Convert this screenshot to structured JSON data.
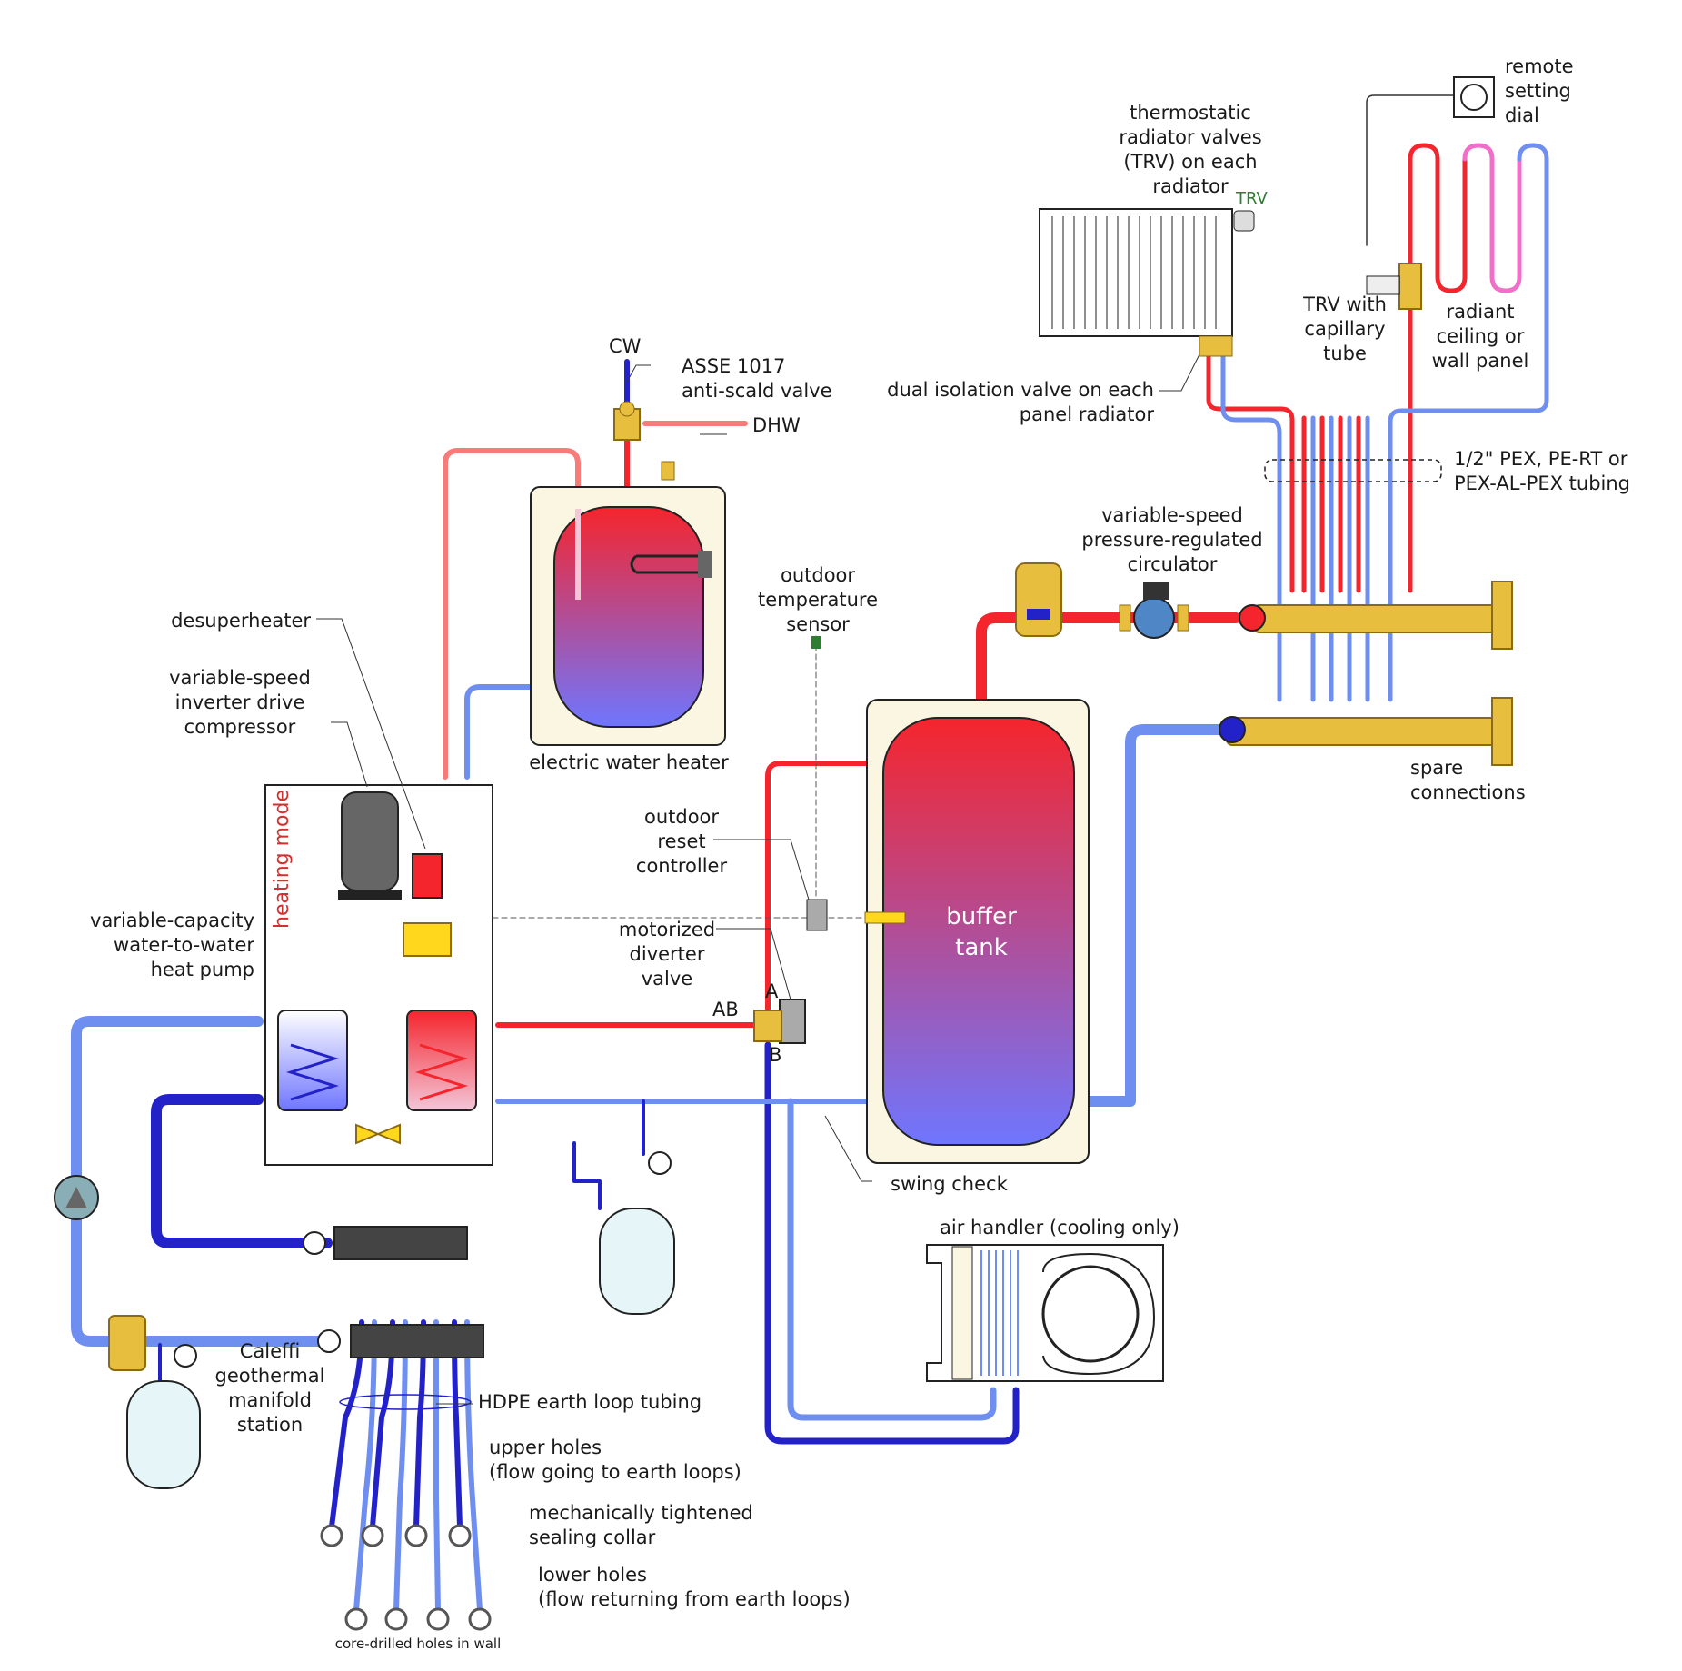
{
  "colors": {
    "hot": "#f5252d",
    "hot_light": "#f77b78",
    "cold": "#2222c8",
    "cold_light": "#6f8ff0",
    "cold_pale": "#9cc4ef",
    "brass": "#e7be3e",
    "brass_dark": "#8a6a12",
    "tank_bg": "#fbf6e1",
    "pink": "#f06fc8",
    "heating_mode": "#d32f2f",
    "trv_tag": "#2e7d32"
  },
  "labels": {
    "cw": "CW",
    "dhw": "DHW",
    "anti_scald": [
      "ASSE 1017",
      "anti-scald valve"
    ],
    "electric_water_heater": "electric water heater",
    "desuperheater": "desuperheater",
    "compressor": [
      "variable-speed",
      "inverter drive",
      "compressor"
    ],
    "heat_pump": [
      "variable-capacity",
      "water-to-water",
      "heat pump"
    ],
    "heating_mode": "heating mode",
    "outdoor_sensor": [
      "outdoor",
      "temperature",
      "sensor"
    ],
    "outdoor_reset": [
      "outdoor",
      "reset",
      "controller"
    ],
    "diverter": [
      "motorized",
      "diverter",
      "valve"
    ],
    "port_ab": "AB",
    "port_a": "A",
    "port_b": "B",
    "buffer_tank": [
      "buffer",
      "tank"
    ],
    "swing_check": "swing check",
    "air_handler": "air handler (cooling only)",
    "circulator": [
      "variable-speed",
      "pressure-regulated",
      "circulator"
    ],
    "trv": [
      "thermostatic",
      "radiator valves",
      "(TRV) on each",
      "radiator"
    ],
    "trv_tag": "TRV",
    "remote_dial": [
      "remote",
      "setting",
      "dial"
    ],
    "trv_capillary": [
      "TRV with",
      "capillary",
      "tube"
    ],
    "radiant_panel": [
      "radiant",
      "ceiling or",
      "wall panel"
    ],
    "dual_isolation": [
      "dual isolation valve on each",
      "panel radiator"
    ],
    "pex": [
      "1/2\" PEX, PE-RT or",
      "PEX-AL-PEX tubing"
    ],
    "spare": [
      "spare",
      "connections"
    ],
    "caleffi": [
      "Caleffi",
      "geothermal",
      "manifold",
      "station"
    ],
    "hdpe": "HDPE earth loop tubing",
    "upper_holes": [
      "upper holes",
      "(flow going to earth loops)"
    ],
    "sealing_collar": [
      "mechanically tightened",
      "sealing collar"
    ],
    "lower_holes": [
      "lower holes",
      "(flow returning from earth loops)"
    ],
    "core_drilled": "core-drilled holes in wall"
  }
}
